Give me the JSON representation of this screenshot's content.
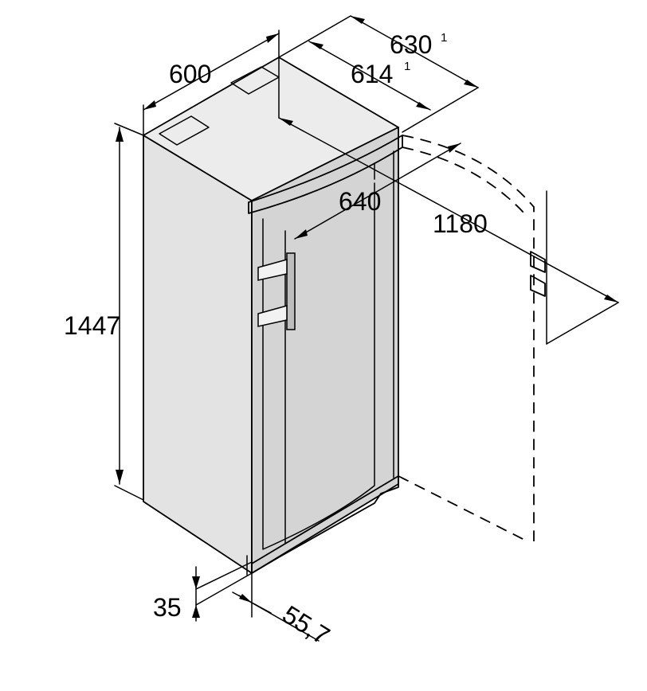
{
  "dimensions": {
    "width": "600",
    "depth_with_handle": "630",
    "depth_with_handle_note": "1",
    "depth": "614",
    "depth_note": "1",
    "depth_open": "640",
    "door_open_width": "1180",
    "height": "1447",
    "plinth_height": "35",
    "plinth_offset": "55,7"
  }
}
